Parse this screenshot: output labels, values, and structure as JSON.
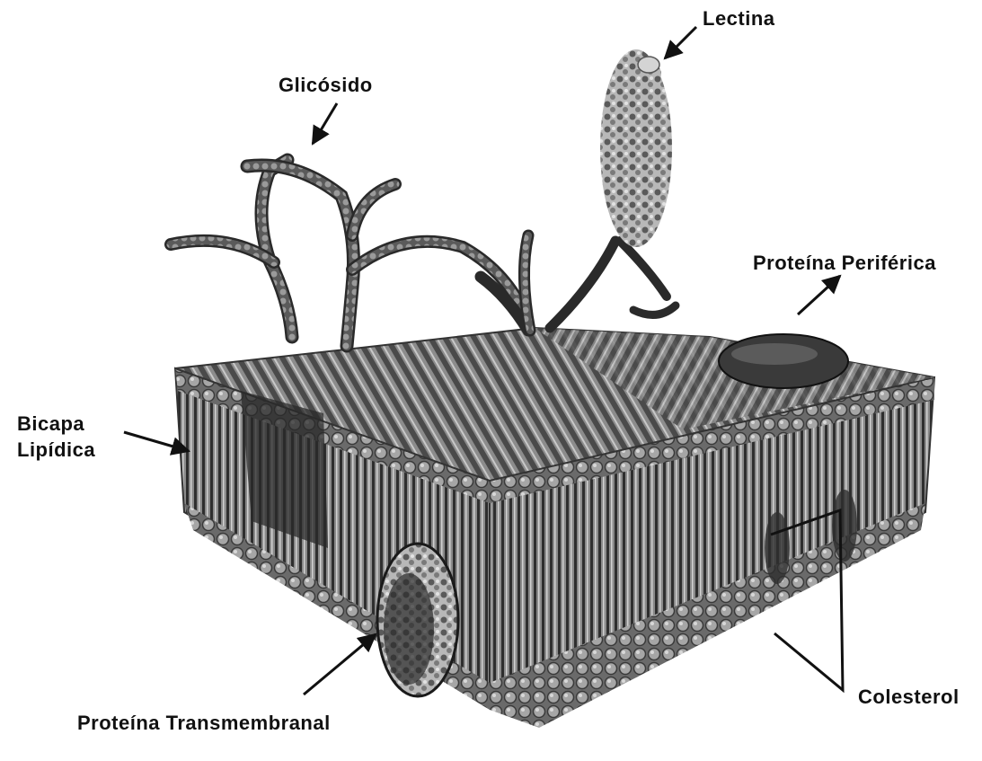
{
  "diagram": {
    "labels": {
      "lectina": "Lectina",
      "glicosido": "Glicósido",
      "proteina_periferica": "Proteína Periférica",
      "bicapa_line1": "Bicapa",
      "bicapa_line2": "Lipídica",
      "colesterol": "Colesterol",
      "proteina_transmembranal": "Proteína Transmembranal"
    },
    "colors": {
      "ink": "#111111",
      "membrane_dark": "#3a3a3a",
      "membrane_mid": "#7a7a7a",
      "membrane_light": "#bdbdbd"
    }
  }
}
